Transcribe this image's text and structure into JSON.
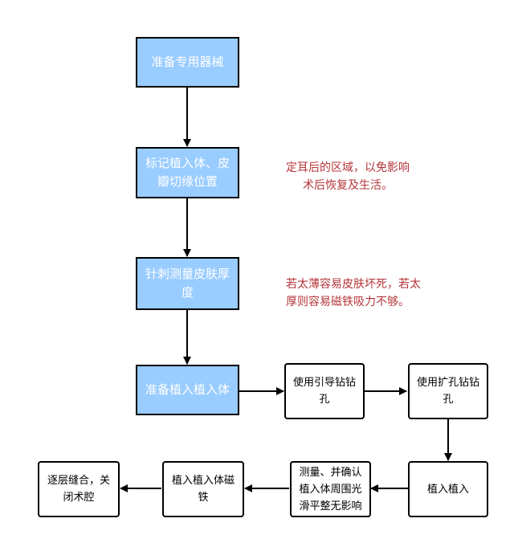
{
  "colors": {
    "step_fill": "#99ccff",
    "step_text": "#ffffff",
    "box_fill": "#ffffff",
    "box_border": "#000000",
    "note_text": "#b5363a",
    "arrow": "#000000"
  },
  "steps": {
    "prepare_instruments": "准备专用器械",
    "mark_implant": "标记植入体、皮瓣切缘位置",
    "needle_measure": "针刺测量皮肤厚度",
    "prepare_implant": "准备植入植入体",
    "guide_drill": "使用引导钻钻孔",
    "expand_drill": "使用扩孔钻钻孔",
    "implant": "植入植入",
    "measure_confirm": "测量、并确认植入体周围光滑平整无影响",
    "implant_magnet": "植入植入体磁铁",
    "suture": "逐层缝合，关闭术腔"
  },
  "notes": {
    "mark_note_line1": "定耳后的区域，以免影响",
    "mark_note_line2": "术后恢复及生活。",
    "thickness_note_line1": "若太薄容易皮肤坏死，若太",
    "thickness_note_line2": "厚则容易磁铁吸力不够。"
  }
}
